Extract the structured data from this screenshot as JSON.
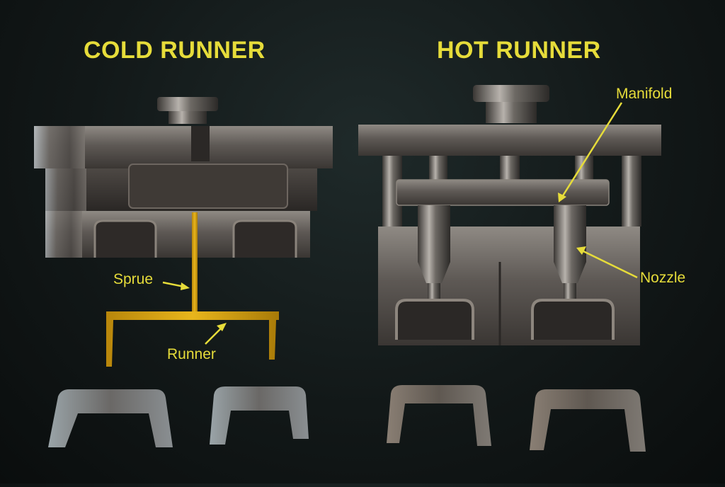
{
  "titles": {
    "cold": "COLD RUNNER",
    "hot": "HOT RUNNER"
  },
  "callouts": {
    "sprue": "Sprue",
    "runner": "Runner",
    "manifold": "Manifold",
    "nozzle": "Nozzle"
  },
  "colors": {
    "label_yellow": "#e6dc3a",
    "runner_plastic": "#d9a714",
    "steel": "#6e6a66",
    "background": "#121818"
  }
}
